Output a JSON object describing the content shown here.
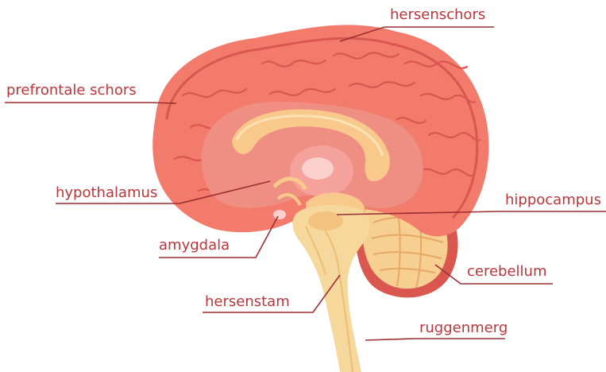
{
  "labels": {
    "cortex": "hersenschors",
    "prefrontal": "prefrontale schors",
    "hypothalamus": "hypothalamus",
    "hippocampus": "hippocampus",
    "amygdala": "amygdala",
    "cerebellum": "cerebellum",
    "brainstem": "hersenstam",
    "spinal_cord": "ruggenmerg"
  },
  "colors": {
    "label_text": "#b9363a",
    "leader_line": "#9c2e33",
    "cortex_fill": "#f27b6c",
    "cortex_dark": "#d9574f",
    "inner_fill": "#ef8f83",
    "corpus_callosum": "#f8c98a",
    "brainstem_fill": "#f6d79c",
    "cerebellum_fill": "#f6cf91"
  }
}
